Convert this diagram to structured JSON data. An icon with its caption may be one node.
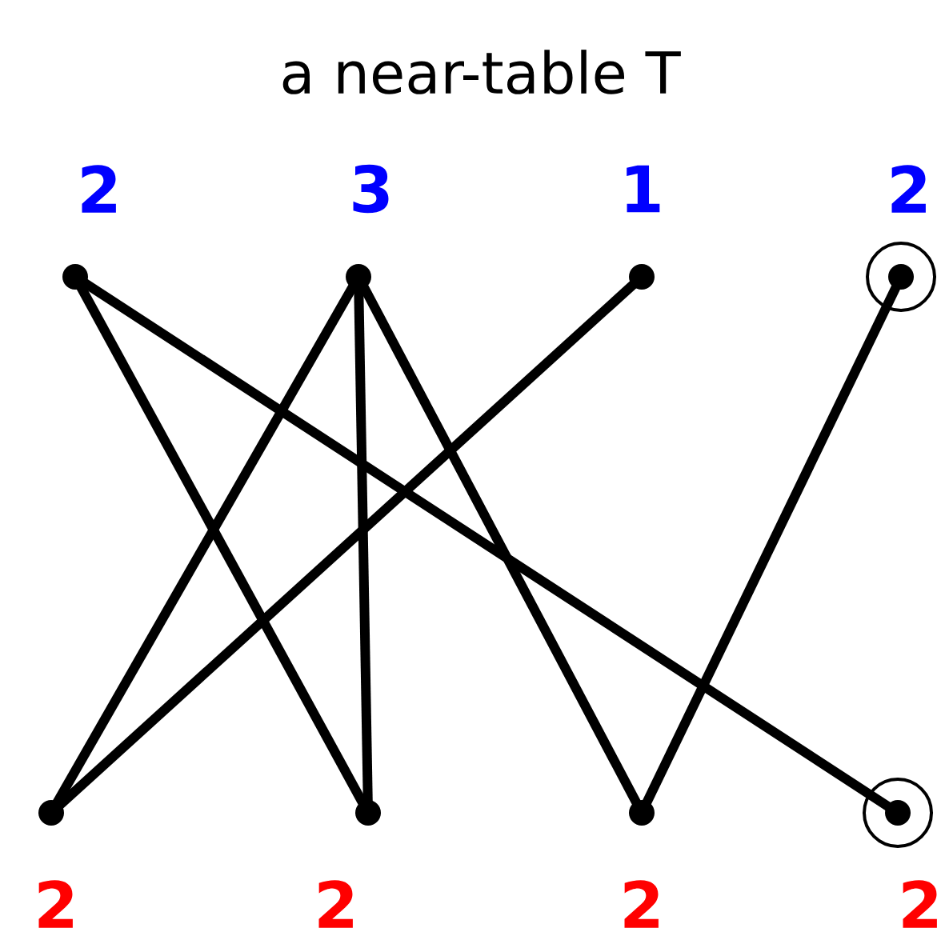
{
  "diagram": {
    "title": "a near-table T",
    "nodes": [
      {
        "text": [],
        "shape": "dot",
        "beside": [
          "2"
        ]
      },
      {
        "text": [],
        "shape": "dot",
        "beside": [
          "3"
        ]
      },
      {
        "text": [],
        "shape": "dot",
        "beside": [
          "1"
        ]
      },
      {
        "text": [],
        "shape": "target",
        "beside": [
          "2"
        ]
      },
      {
        "text": [],
        "shape": "dot",
        "beside": [
          "2"
        ]
      },
      {
        "text": [],
        "shape": "dot",
        "beside": [
          "2"
        ]
      },
      {
        "text": [],
        "shape": "dot",
        "beside": [
          "2"
        ]
      },
      {
        "text": [],
        "shape": "target",
        "beside": [
          "2"
        ]
      }
    ],
    "edges": [
      {
        "from": 0,
        "to": 5,
        "arrow": "none"
      },
      {
        "from": 0,
        "to": 7,
        "arrow": "none"
      },
      {
        "from": 1,
        "to": 4,
        "arrow": "none"
      },
      {
        "from": 1,
        "to": 5,
        "arrow": "none"
      },
      {
        "from": 1,
        "to": 6,
        "arrow": "none"
      },
      {
        "from": 2,
        "to": 4,
        "arrow": "none"
      },
      {
        "from": 3,
        "to": 6,
        "arrow": "none"
      }
    ]
  }
}
